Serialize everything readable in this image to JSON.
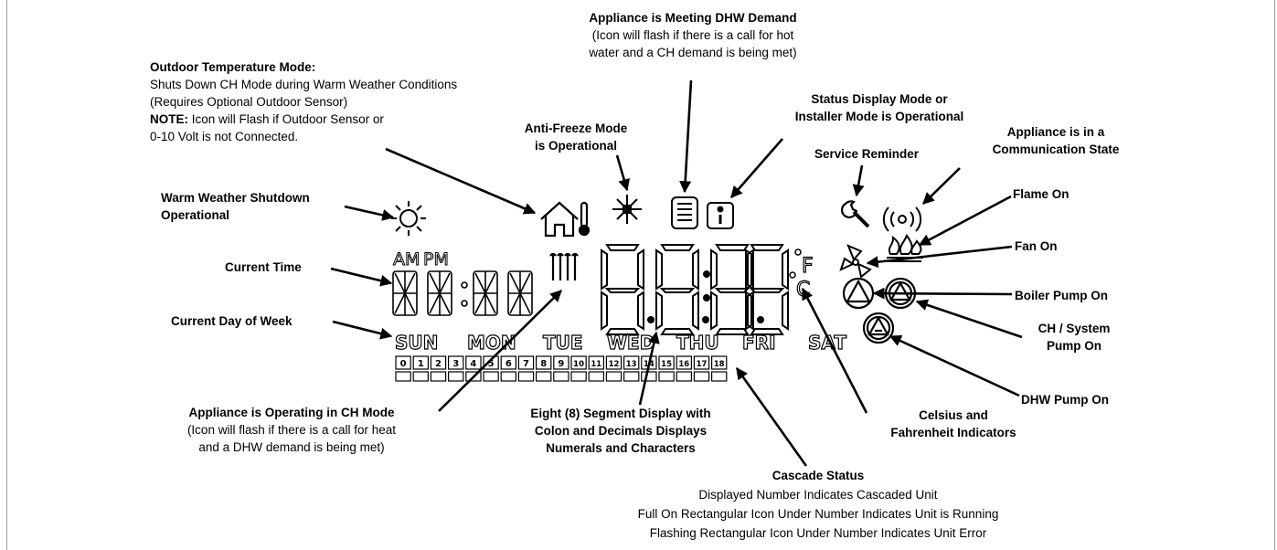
{
  "labels": {
    "outdoor_temp": {
      "title": "Outdoor Temperature Mode:",
      "line1": "Shuts Down CH Mode during Warm Weather Conditions",
      "line2": "(Requires Optional Outdoor Sensor)",
      "note_label": "NOTE:",
      "note_text": " Icon will Flash if Outdoor Sensor or",
      "line4": "0-10 Volt is not Connected."
    },
    "dhw_demand": {
      "title": "Appliance is Meeting DHW Demand",
      "line1": "(Icon will flash if there is a call for hot",
      "line2": "water and a CH demand is being met)"
    },
    "anti_freeze": {
      "line1": "Anti-Freeze Mode",
      "line2": "is Operational"
    },
    "status_display": {
      "line1": "Status Display Mode or",
      "line2": "Installer Mode is Operational"
    },
    "service_reminder": "Service Reminder",
    "communication": {
      "line1": "Appliance is in a",
      "line2": "Communication State"
    },
    "warm_weather": {
      "line1": "Warm Weather Shutdown",
      "line2": "Operational"
    },
    "flame_on": "Flame On",
    "fan_on": "Fan On",
    "current_time": "Current Time",
    "current_day": "Current Day of Week",
    "boiler_pump": "Boiler Pump On",
    "ch_pump": {
      "line1": "CH / System",
      "line2": "Pump On"
    },
    "dhw_pump": "DHW Pump On",
    "ch_mode": {
      "title": "Appliance is Operating in CH Mode",
      "line1": "(Icon will flash if there is a call for heat",
      "line2": "and a DHW demand is being met)"
    },
    "segment": {
      "line1": "Eight (8) Segment Display with",
      "line2": "Colon and Decimals Displays",
      "line3": "Numerals and Characters"
    },
    "celsius": {
      "line1": "Celsius and",
      "line2": "Fahrenheit Indicators"
    },
    "cascade": {
      "title": "Cascade Status",
      "line1": "Displayed Number Indicates Cascaded Unit",
      "line2": "Full On Rectangular Icon Under Number Indicates Unit is Running",
      "line3": "Flashing Rectangular Icon Under Number Indicates Unit Error"
    }
  },
  "lcd": {
    "am": "AM",
    "pm": "PM",
    "unit_f": "F",
    "unit_c": "C",
    "days": [
      "SUN",
      "MON",
      "TUE",
      "WED",
      "THU",
      "FRI",
      "SAT"
    ],
    "cascade_units": [
      "0",
      "1",
      "2",
      "3",
      "4",
      "5",
      "6",
      "7",
      "8",
      "9",
      "10",
      "11",
      "12",
      "13",
      "14",
      "15",
      "16",
      "17",
      "18"
    ]
  },
  "icons": [
    "sun-icon",
    "house-thermometer-icon",
    "snowflake-icon",
    "dhw-tank-icon",
    "info-icon",
    "wrench-icon",
    "communication-icon",
    "flame-icon",
    "fan-icon",
    "boiler-pump-icon",
    "ch-pump-icon",
    "dhw-pump-icon",
    "radiator-icon"
  ]
}
